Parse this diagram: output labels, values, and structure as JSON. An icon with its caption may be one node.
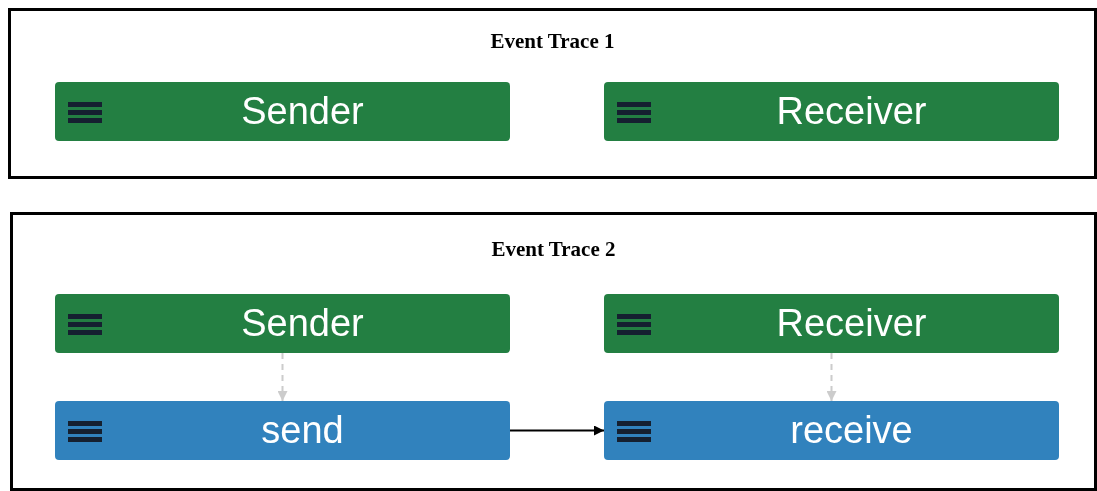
{
  "diagram": {
    "nodes": [
      {
        "text": [
          "Event Trace 1"
        ]
      },
      {
        "text": [
          "Sender"
        ],
        "in": 0
      },
      {
        "text": [
          "Receiver"
        ],
        "in": 0
      },
      {
        "text": [
          "Event Trace 2"
        ]
      },
      {
        "text": [
          "Sender"
        ],
        "in": 3
      },
      {
        "text": [
          "Receiver"
        ],
        "in": 3
      },
      {
        "text": [
          "send"
        ],
        "in": 3
      },
      {
        "text": [
          "receive"
        ],
        "in": 3
      }
    ],
    "edges": [
      {
        "from": 4,
        "to": 6,
        "arrow": "to",
        "style": "dashed",
        "color": "#cccccc"
      },
      {
        "from": 5,
        "to": 7,
        "arrow": "to",
        "style": "dashed",
        "color": "#cccccc"
      },
      {
        "from": 6,
        "to": 7,
        "arrow": "to",
        "color": "#000000"
      }
    ]
  }
}
